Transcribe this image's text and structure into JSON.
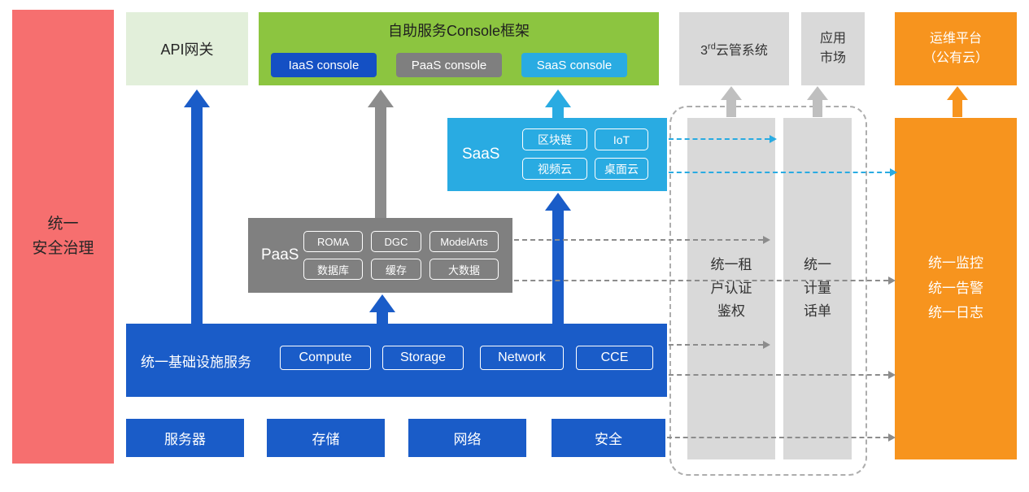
{
  "left_bar": {
    "label": "统一\n安全治理"
  },
  "top_row": {
    "api_gateway": "API网关",
    "console_frame": {
      "title": "自助服务Console框架",
      "consoles": [
        "IaaS console",
        "PaaS console",
        "SaaS console"
      ]
    },
    "cloud_mgmt": {
      "pre": "3",
      "sup": "rd",
      "rest": "云管系统"
    },
    "app_market": "应用\n市场",
    "om_platform": "运维平台\n（公有云）"
  },
  "saas": {
    "label": "SaaS",
    "items": [
      "区块链",
      "IoT",
      "视频云",
      "桌面云"
    ]
  },
  "paas": {
    "label": "PaaS",
    "items": [
      "ROMA",
      "DGC",
      "ModelArts",
      "数据库",
      "缓存",
      "大数据"
    ]
  },
  "infra": {
    "label": "统一基础设施服务",
    "items": [
      "Compute",
      "Storage",
      "Network",
      "CCE"
    ]
  },
  "resources": {
    "items": [
      "服务器",
      "存储",
      "网络",
      "安全"
    ]
  },
  "right_bars": {
    "auth": "统一租\n户认证\n鉴权",
    "billing": "统一\n计量\n话单",
    "monitor": "统一监控\n统一告警\n统一日志"
  },
  "colors": {
    "security_red": "#F66F6F",
    "light_green": "#E2EFDA",
    "green": "#8CC540",
    "blue": "#1A5CC8",
    "cyan": "#29ABE2",
    "gray": "#808080",
    "light_gray": "#D9D9D9",
    "orange": "#F7941E"
  }
}
